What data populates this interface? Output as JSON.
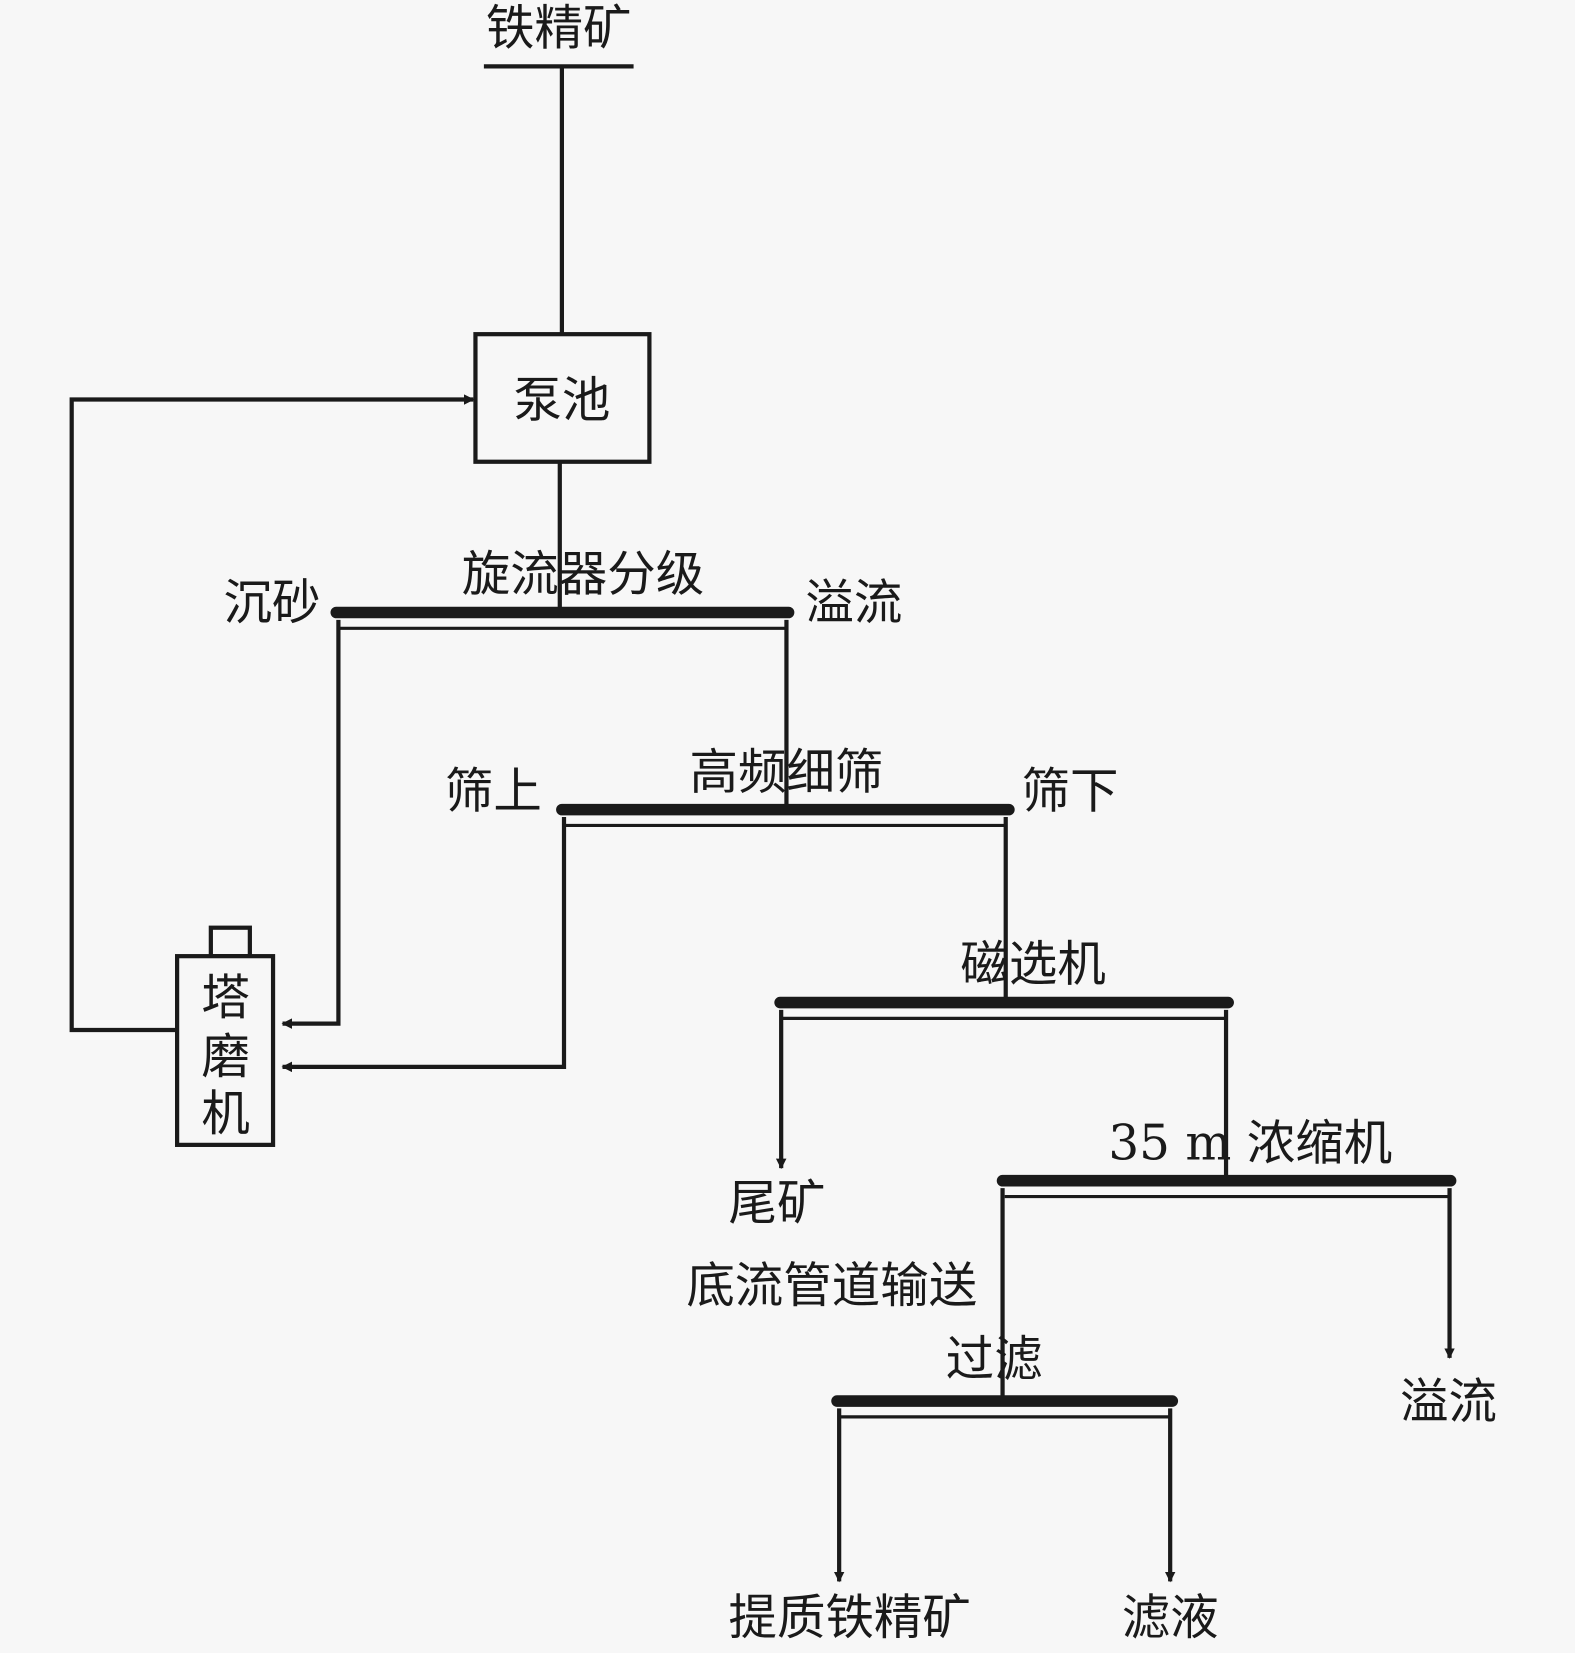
{
  "diagram": {
    "type": "process-flowsheet",
    "nodes": {
      "feed": "铁精矿",
      "pump_sump": "泵池",
      "cyclone": "旋流器分级",
      "cyclone_underflow": "沉砂",
      "cyclone_overflow": "溢流",
      "screen": "高频细筛",
      "screen_oversize": "筛上",
      "screen_undersize": "筛下",
      "tower_mill": [
        "塔",
        "磨",
        "机"
      ],
      "magnetic_separator": "磁选机",
      "tailings": "尾矿",
      "tailings_transport": "底流管道输送",
      "thickener": "35 m 浓缩机",
      "thickener_overflow": "溢流",
      "filtration": "过滤",
      "product": "提质铁精矿",
      "filtrate": "滤液"
    },
    "edges": [
      {
        "from": "铁精矿",
        "to": "泵池"
      },
      {
        "from": "泵池",
        "to": "旋流器分级"
      },
      {
        "from": "旋流器分级",
        "to": "塔磨机",
        "via": "沉砂"
      },
      {
        "from": "旋流器分级",
        "to": "高频细筛",
        "via": "溢流"
      },
      {
        "from": "高频细筛",
        "to": "塔磨机",
        "via": "筛上"
      },
      {
        "from": "高频细筛",
        "to": "磁选机",
        "via": "筛下"
      },
      {
        "from": "塔磨机",
        "to": "泵池"
      },
      {
        "from": "磁选机",
        "to": "尾矿"
      },
      {
        "from": "磁选机",
        "to": "35 m 浓缩机"
      },
      {
        "from": "35 m 浓缩机",
        "to": "过滤"
      },
      {
        "from": "35 m 浓缩机",
        "to": "溢流"
      },
      {
        "from": "过滤",
        "to": "提质铁精矿"
      },
      {
        "from": "过滤",
        "to": "滤液"
      }
    ]
  }
}
